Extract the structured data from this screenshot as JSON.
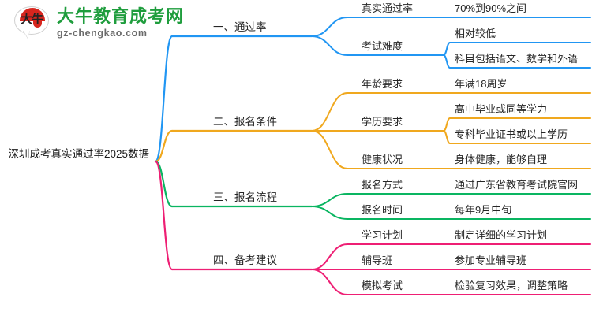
{
  "logo": {
    "mark_text": "大牛",
    "title": "大牛教育成考网",
    "subtitle": "gz-chengkao.com",
    "title_color": "#1f9d3d",
    "mark_color": "#d7261e"
  },
  "mindmap": {
    "root": "深圳成考真实通过率2025数据",
    "colors": {
      "branch1": "#2196f3",
      "branch2": "#f0a81e",
      "branch3": "#0ab561",
      "branch4": "#ee1f74"
    },
    "branches": [
      {
        "label": "一、通过率",
        "color": "#2196f3",
        "children": [
          {
            "label": "真实通过率",
            "details": [
              "70%到90%之间"
            ]
          },
          {
            "label": "考试难度",
            "details": [
              "相对较低",
              "科目包括语文、数学和外语"
            ]
          }
        ]
      },
      {
        "label": "二、报名条件",
        "color": "#f0a81e",
        "children": [
          {
            "label": "年龄要求",
            "details": [
              "年满18周岁"
            ]
          },
          {
            "label": "学历要求",
            "details": [
              "高中毕业或同等学力",
              "专科毕业证书或以上学历"
            ]
          },
          {
            "label": "健康状况",
            "details": [
              "身体健康，能够自理"
            ]
          }
        ]
      },
      {
        "label": "三、报名流程",
        "color": "#0ab561",
        "children": [
          {
            "label": "报名方式",
            "details": [
              "通过广东省教育考试院官网"
            ]
          },
          {
            "label": "报名时间",
            "details": [
              "每年9月中旬"
            ]
          }
        ]
      },
      {
        "label": "四、备考建议",
        "color": "#ee1f74",
        "children": [
          {
            "label": "学习计划",
            "details": [
              "制定详细的学习计划"
            ]
          },
          {
            "label": "辅导班",
            "details": [
              "参加专业辅导班"
            ]
          },
          {
            "label": "模拟考试",
            "details": [
              "检验复习效果，调整策略"
            ]
          }
        ]
      }
    ]
  }
}
